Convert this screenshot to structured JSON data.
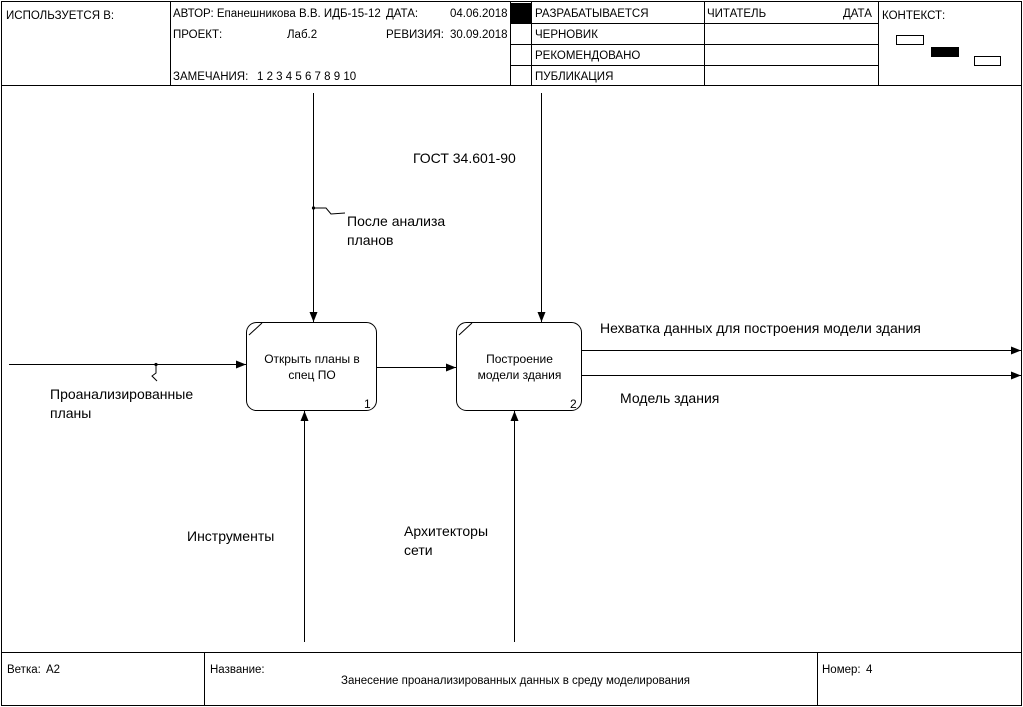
{
  "header": {
    "used_in_label": "ИСПОЛЬЗУЕТСЯ В:",
    "author": "АВТОР: Епанешникова В.В. ИДБ-15-12",
    "date_label": "ДАТА:",
    "date_value": "04.06.2018",
    "project_label": "ПРОЕКТ:",
    "project_value": "Лаб.2",
    "revision_label": "РЕВИЗИЯ:",
    "revision_value": "30.09.2018",
    "notes_label": "ЗАМЕЧАНИЯ:",
    "notes_values": "1 2 3 4 5 6 7 8 9 10",
    "status": [
      "РАЗРАБАТЫВАЕТСЯ",
      "ЧЕРНОВИК",
      "РЕКОМЕНДОВАНО",
      "ПУБЛИКАЦИЯ"
    ],
    "reader_label": "ЧИТАТЕЛЬ",
    "reader_date_label": "ДАТА",
    "context_label": "КОНТЕКСТ:"
  },
  "diagram": {
    "boxes": [
      {
        "title": "Открыть планы в спец ПО",
        "line1": "Открыть планы в",
        "line2": "спец ПО",
        "number": "1"
      },
      {
        "title": "Построение модели здания",
        "line1": "Построение",
        "line2": "модели здания",
        "number": "2"
      }
    ],
    "arrow_labels": {
      "gost": "ГОСТ 34.601-90",
      "after_analysis_1": "После анализа",
      "after_analysis_2": "планов",
      "analyzed_plans_1": "Проанализированные",
      "analyzed_plans_2": "планы",
      "lack_of_data": "Нехватка данных для построения модели здания",
      "building_model": "Модель здания",
      "tools": "Инструменты",
      "architects_1": "Архитекторы",
      "architects_2": "сети"
    }
  },
  "footer": {
    "node_label": "Ветка:",
    "node_value": "A2",
    "title_label": "Название:",
    "title_value": "Занесение проанализированных данных в среду моделирования",
    "number_label": "Номер:",
    "number_value": "4"
  }
}
